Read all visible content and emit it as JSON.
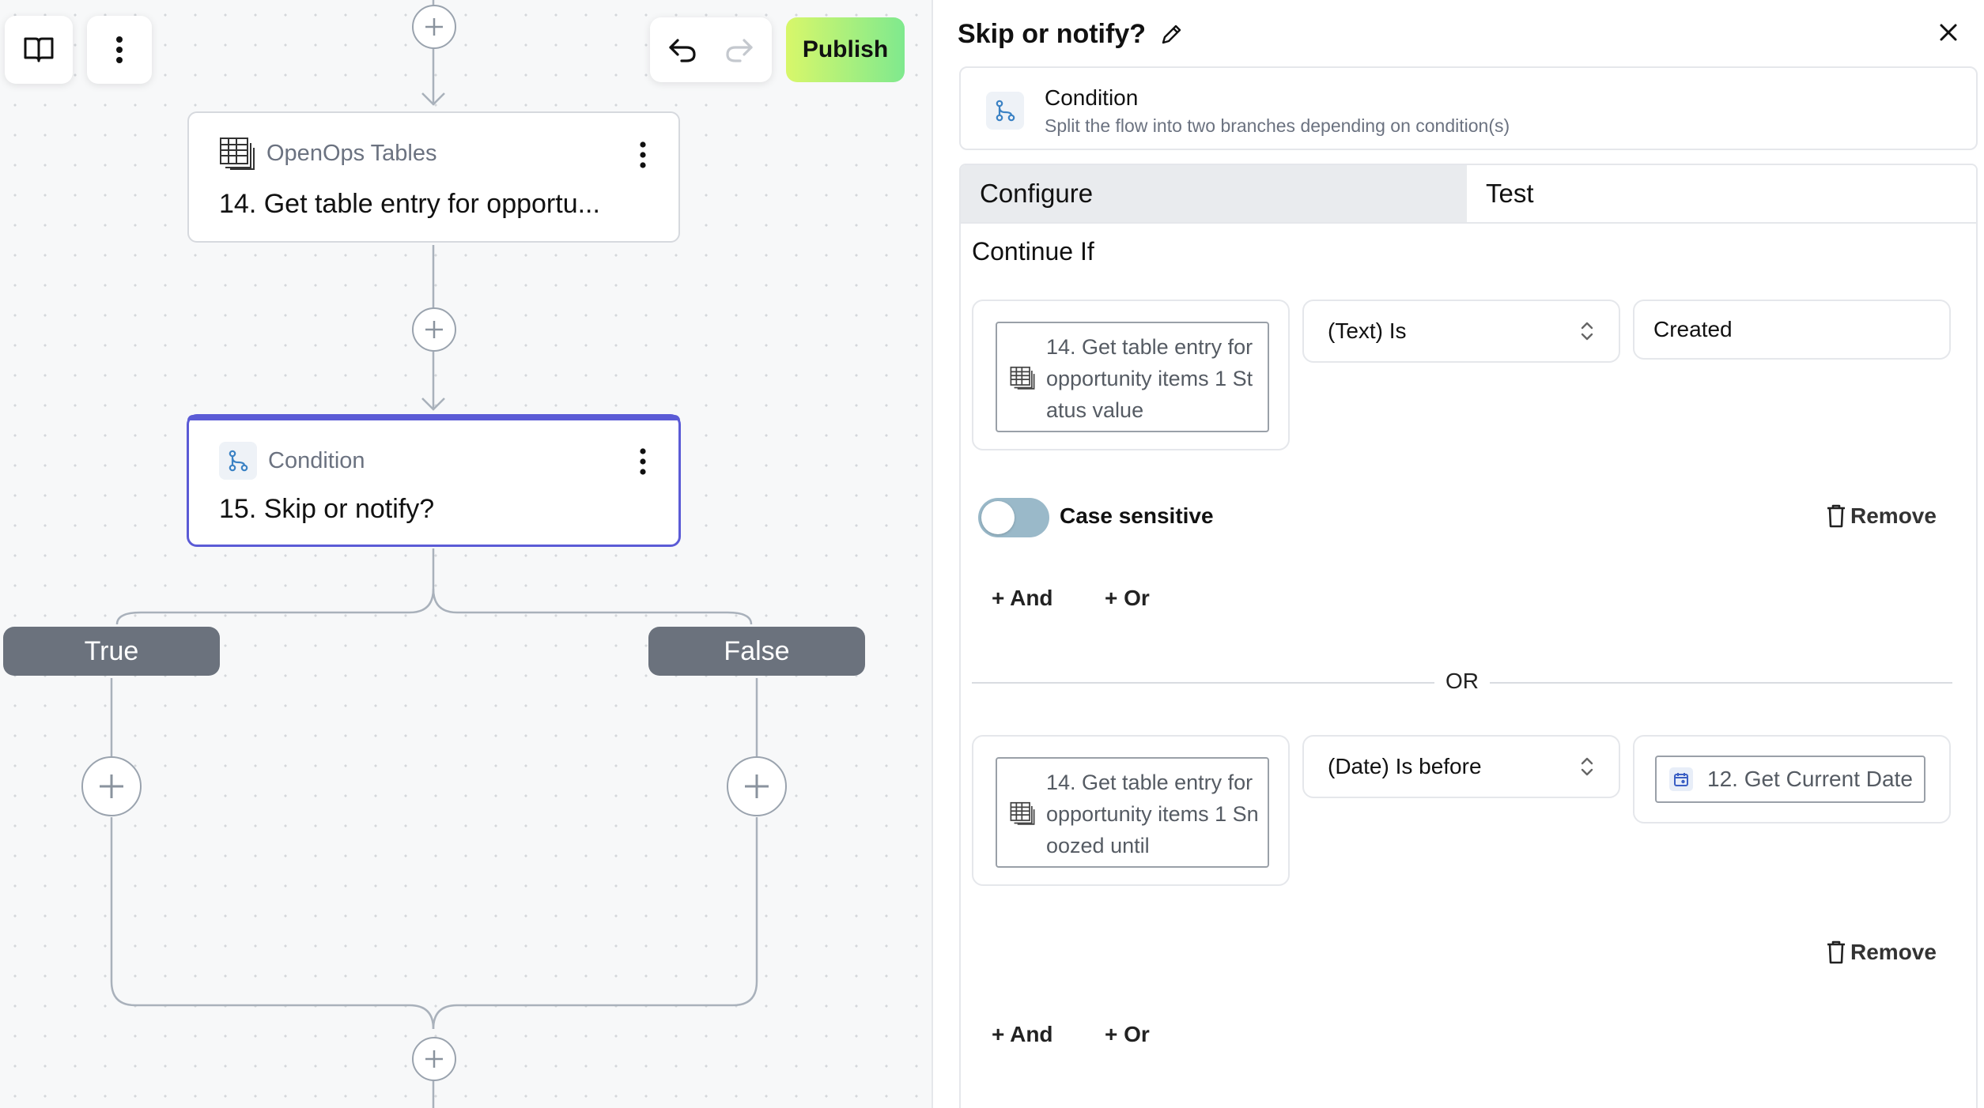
{
  "toolbar": {
    "book_icon": "book-icon",
    "more_icon": "more-vertical-icon",
    "undo_icon": "undo-icon",
    "redo_icon": "redo-icon",
    "publish_label": "Publish"
  },
  "flow": {
    "step14": {
      "piece_name": "OpenOps Tables",
      "title": "14. Get table entry for opportu..."
    },
    "step15": {
      "piece_name": "Condition",
      "title": "15. Skip or notify?"
    },
    "branches": {
      "true_label": "True",
      "false_label": "False"
    }
  },
  "panel": {
    "title": "Skip or notify?",
    "piece": {
      "name": "Condition",
      "description": "Split the flow into two branches depending on condition(s)"
    },
    "tabs": [
      {
        "label": "Configure",
        "active": true
      },
      {
        "label": "Test",
        "active": false
      }
    ],
    "continue_if_label": "Continue If",
    "groups": [
      {
        "conditions": [
          {
            "first_value": "14. Get table entry for opportunity items 1 Status value",
            "operator": "(Text) Is",
            "second_value": "Created",
            "case_sensitive_label": "Case sensitive",
            "case_sensitive": false
          }
        ],
        "remove_label": "Remove",
        "and_label": "+ And",
        "or_label": "+ Or"
      },
      {
        "conditions": [
          {
            "first_value": "14. Get table entry for opportunity items 1 Snoozed until",
            "operator": "(Date) Is before",
            "second_value": "12. Get Current Date"
          }
        ],
        "remove_label": "Remove",
        "and_label": "+ And",
        "or_label": "+ Or"
      }
    ],
    "or_divider_label": "OR"
  },
  "colors": {
    "accent": "#5b5bd6",
    "publish_gradient_start": "#d8f76a",
    "publish_gradient_end": "#7fe98e",
    "branch_pill": "#6b727d",
    "toggle_off": "#9ab9c9"
  }
}
